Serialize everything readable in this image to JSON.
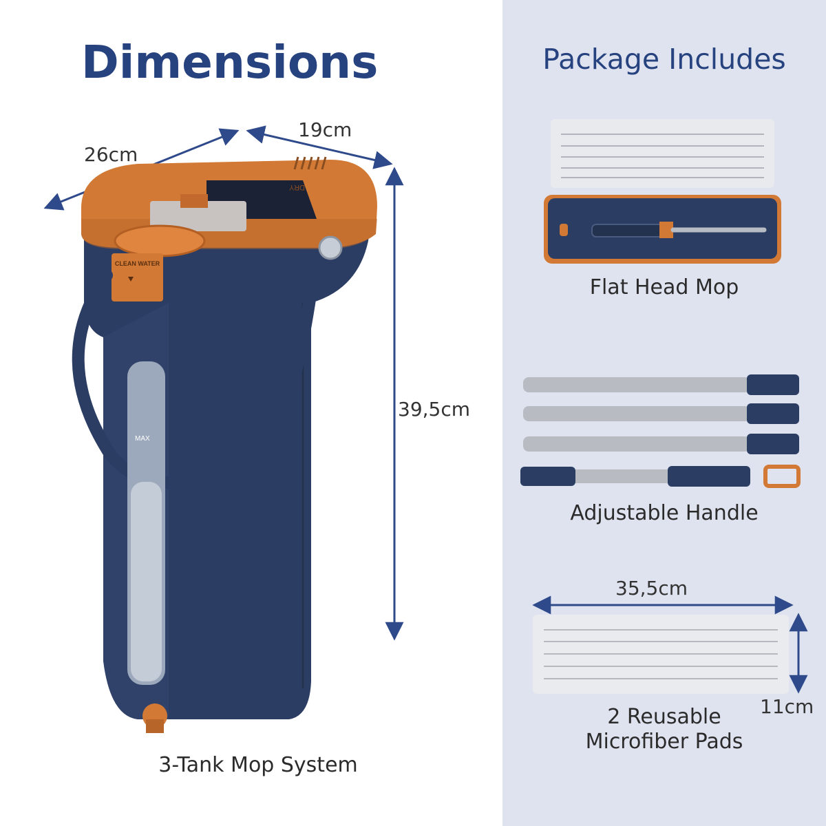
{
  "left": {
    "title": "Dimensions",
    "dim_depth": "26cm",
    "dim_width": "19cm",
    "dim_height": "39,5cm",
    "caption": "3-Tank Mop System",
    "bucket_labels": {
      "clean_water": "CLEAN WATER",
      "dry": "DRY",
      "max": "MAX"
    }
  },
  "right": {
    "title": "Package Includes",
    "items": [
      {
        "caption": "Flat Head Mop"
      },
      {
        "caption": "Adjustable Handle"
      },
      {
        "caption": "2 Reusable Microfiber Pads",
        "caption_line1": "2 Reusable",
        "caption_line2": "Microfiber Pads",
        "dim_length": "35,5cm",
        "dim_height": "11cm"
      }
    ]
  },
  "colors": {
    "navy": "#2c3d63",
    "orange": "#d27a35",
    "title_blue": "#26427f",
    "panel_bg": "#dfe3ef",
    "arrow_blue": "#2f4a8a"
  },
  "icons": [
    "double-arrow-icon"
  ]
}
